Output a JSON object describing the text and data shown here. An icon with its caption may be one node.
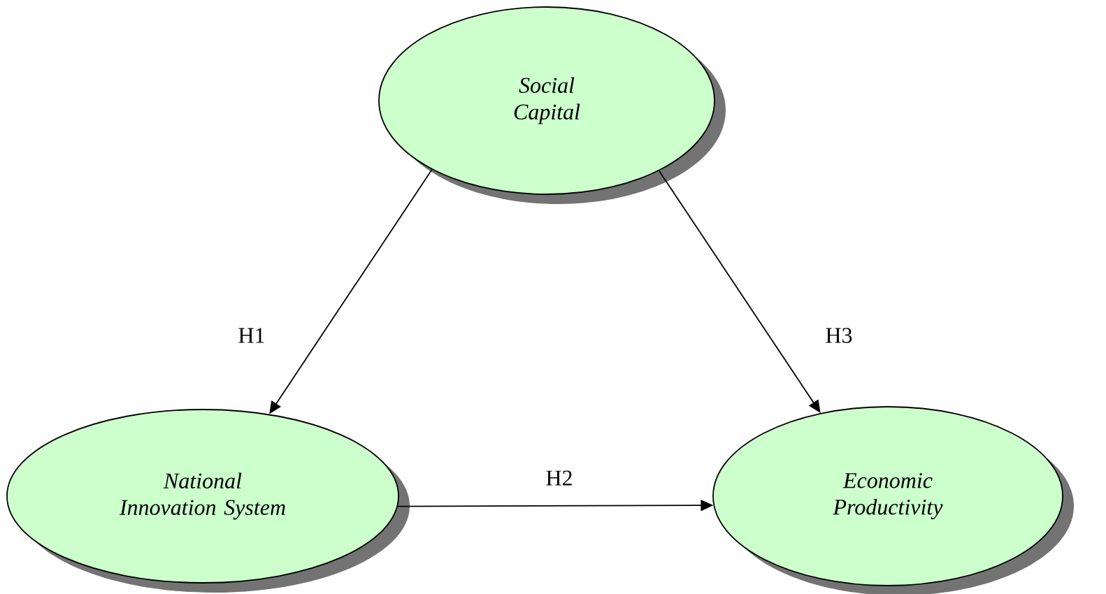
{
  "diagram": {
    "nodes": [
      {
        "text": [
          "Social Capital"
        ]
      },
      {
        "text": [
          "National Innovation System"
        ]
      },
      {
        "text": [
          "Economic Productivity"
        ]
      }
    ],
    "edges": [
      {
        "from": 0,
        "to": 1,
        "arrow": "to",
        "label": "H1"
      },
      {
        "from": 1,
        "to": 2,
        "arrow": "to",
        "label": "H2"
      },
      {
        "from": 0,
        "to": 2,
        "arrow": "to",
        "label": "H3"
      }
    ]
  }
}
